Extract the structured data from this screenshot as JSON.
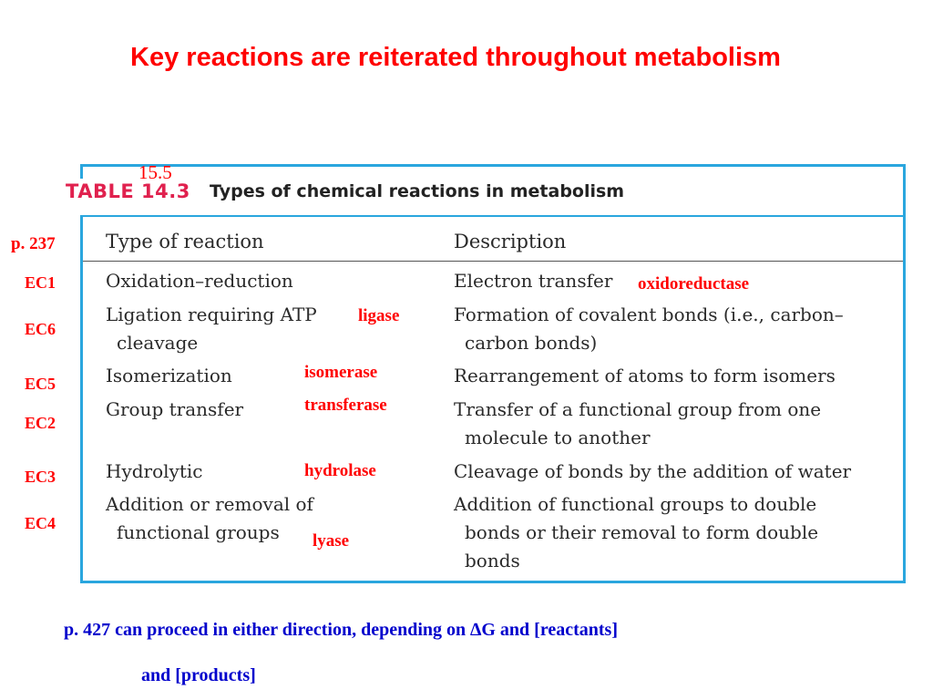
{
  "title": "Key reactions are reiterated throughout metabolism",
  "page_ref": "p. 237",
  "section_number": "15.5",
  "table": {
    "label": "TABLE 14.3",
    "caption": "Types of chemical reactions in metabolism",
    "headers": [
      "Type of reaction",
      "Description"
    ],
    "rows": [
      {
        "type": [
          "Oxidation–reduction"
        ],
        "description": [
          "Electron transfer"
        ]
      },
      {
        "type": [
          "Ligation requiring ATP",
          "cleavage"
        ],
        "description": [
          "Formation of covalent bonds (i.e., carbon–",
          "carbon bonds)"
        ]
      },
      {
        "type": [
          "Isomerization"
        ],
        "description": [
          "Rearrangement of atoms to form isomers"
        ]
      },
      {
        "type": [
          "Group transfer"
        ],
        "description": [
          "Transfer of a functional group from one",
          "molecule to another"
        ]
      },
      {
        "type": [
          "Hydrolytic"
        ],
        "description": [
          "Cleavage of bonds by the addition of water"
        ]
      },
      {
        "type": [
          "Addition or removal of",
          "functional groups"
        ],
        "description": [
          "Addition of functional groups to double",
          "bonds or their removal to form double",
          "bonds"
        ]
      }
    ]
  },
  "ec_labels": [
    "EC1",
    "EC6",
    "EC5",
    "EC2",
    "EC3",
    "EC4"
  ],
  "enzymes": [
    "oxidoreductase",
    "ligase",
    "isomerase",
    "transferase",
    "hydrolase",
    "lyase"
  ],
  "footnote": {
    "line1": "p. 427 can proceed in either direction, depending on ∆G and [reactants]",
    "line2": "and [products]"
  },
  "colors": {
    "title": "#ff0000",
    "frame": "#2aa6de",
    "table_label": "#e0214e",
    "footnote": "#0000cc"
  }
}
